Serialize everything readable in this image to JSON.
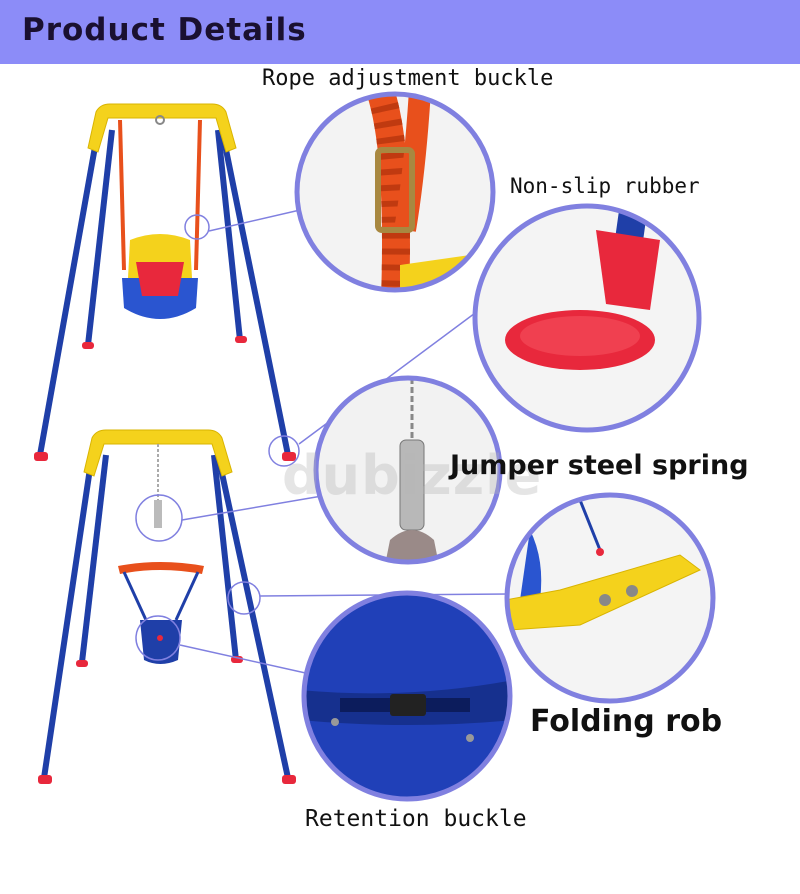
{
  "header": {
    "title": "Product Details",
    "background": "#8c8cf8"
  },
  "labels": {
    "rope": "Rope adjustment buckle",
    "nonslip": "Non-slip rubber",
    "spring": "Jumper steel spring",
    "folding": "Folding rob",
    "retention": "Retention buckle"
  },
  "watermark": "dubizzle",
  "colors": {
    "frame_blue": "#1f3fa8",
    "frame_yellow": "#f4d21c",
    "rope_orange": "#e8501c",
    "foot_red": "#e8283c",
    "circle_border": "#8080e0"
  }
}
